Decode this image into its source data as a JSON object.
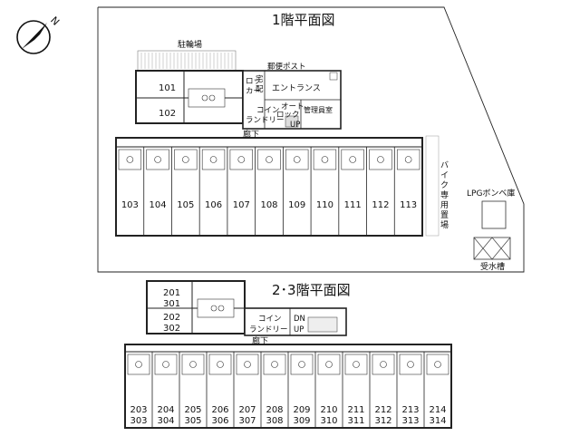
{
  "floor1": {
    "title": "1階平面図",
    "bicycle_parking": "駐輪場",
    "mailbox": "郵便ポスト",
    "entrance": "エントランス",
    "delivery_locker": [
      "宅",
      "配",
      "ロッ",
      "カー"
    ],
    "coin_laundry": [
      "コイン",
      "ランドリー"
    ],
    "autolock": [
      "オート",
      "ロック"
    ],
    "manager_room": "管理員室",
    "stairs_up": "UP",
    "corridor": "廊下",
    "bike_parking": [
      "バ",
      "イ",
      "ク",
      "専",
      "用",
      "置",
      "場"
    ],
    "lpg_storage": "LPGボンベ庫",
    "water_tank": "受水槽",
    "annex_units": [
      "101",
      "102"
    ],
    "units": [
      "103",
      "104",
      "105",
      "106",
      "107",
      "108",
      "109",
      "110",
      "111",
      "112",
      "113"
    ]
  },
  "floor23": {
    "title": "2･3階平面図",
    "coin_laundry": [
      "コイン",
      "ランドリー"
    ],
    "stairs": [
      "DN",
      "UP"
    ],
    "corridor": "廊下",
    "annex_units": [
      [
        "201",
        "301"
      ],
      [
        "202",
        "302"
      ]
    ],
    "units": [
      [
        "203",
        "303"
      ],
      [
        "204",
        "304"
      ],
      [
        "205",
        "305"
      ],
      [
        "206",
        "306"
      ],
      [
        "207",
        "307"
      ],
      [
        "208",
        "308"
      ],
      [
        "209",
        "309"
      ],
      [
        "210",
        "310"
      ],
      [
        "211",
        "311"
      ],
      [
        "212",
        "312"
      ],
      [
        "213",
        "313"
      ],
      [
        "214",
        "314"
      ]
    ]
  }
}
